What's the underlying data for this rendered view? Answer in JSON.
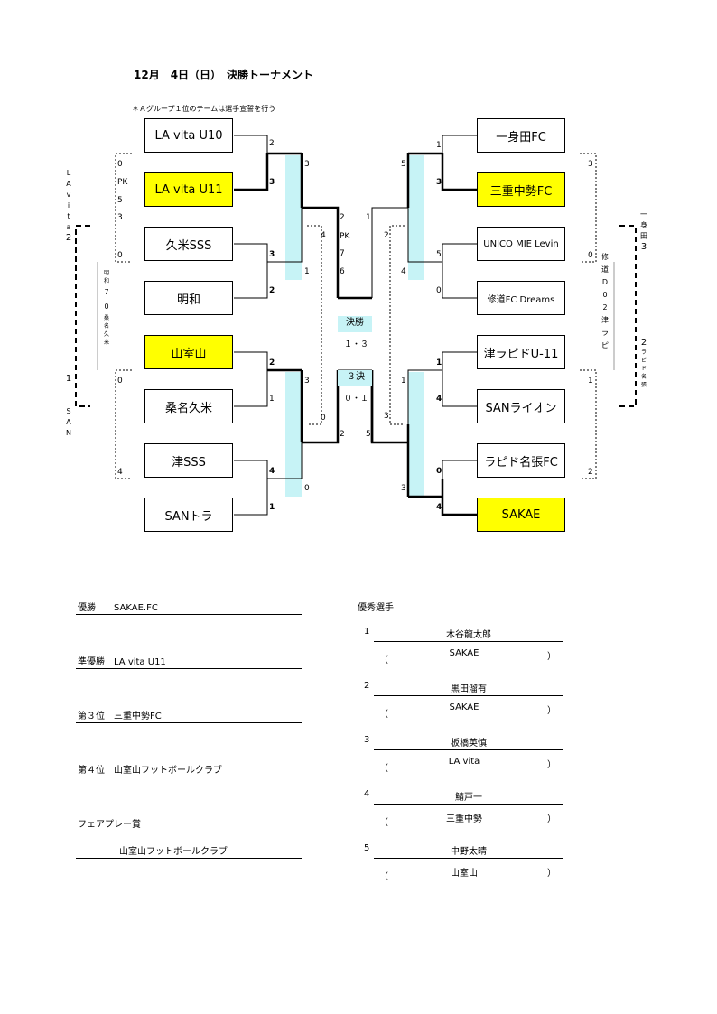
{
  "title": "12月　4日（日）　決勝トーナメント",
  "note": "＊Ａグループ１位のチームは選手宣誓を行う",
  "left_teams": [
    "LA vita U10",
    "LA vita U11",
    "久米SSS",
    "明和",
    "山室山",
    "桑名久米",
    "津SSS",
    "SANトラ"
  ],
  "right_teams": [
    "一身田FC",
    "三重中勢FC",
    "UNICO MIE Levin",
    "修道FC Dreams",
    "津ラピドU-11",
    "SANライオン",
    "ラピド名張FC",
    "SAKAE"
  ],
  "highlight": {
    "left": [
      1,
      4
    ],
    "right": [
      1,
      7
    ]
  },
  "left_r1_scores": [
    "2",
    "3",
    "3",
    "2",
    "2",
    "1",
    "4",
    "1"
  ],
  "right_r1_scores": [
    "1",
    "3",
    "5",
    "0",
    "1",
    "4",
    "0",
    "4"
  ],
  "left_sf_scores": [
    "3",
    "1",
    "3",
    "0"
  ],
  "right_sf_scores": [
    "5",
    "4",
    "1",
    "3"
  ],
  "left_final_scores": [
    "2",
    "2"
  ],
  "right_final_scores": [
    "1",
    "5"
  ],
  "left_third_scores": [
    "4",
    "0"
  ],
  "right_third_scores": [
    "2",
    "3"
  ],
  "pk_left": "PK",
  "pk_left_scores": [
    "0",
    "5",
    "3",
    "0"
  ],
  "pk_final_label": "PK",
  "pk_final_scores": [
    "7",
    "6"
  ],
  "left_outer_scores": [
    "0",
    "1",
    "0",
    "4"
  ],
  "right_outer_scores": [
    "3",
    "0",
    "1",
    "2"
  ],
  "final": {
    "label": "決勝",
    "score": "１・３"
  },
  "third": {
    "label": "３決",
    "score": "０・１"
  },
  "vert_left_1": [
    "L",
    "A",
    "v",
    "i",
    "t",
    "a",
    "2"
  ],
  "vert_left_2": [
    "1",
    "S",
    "A",
    "N"
  ],
  "vert_left_mid": [
    "明",
    "和",
    "7",
    "0",
    "桑",
    "名",
    "久",
    "米"
  ],
  "vert_right_1": [
    "一",
    "身",
    "田",
    "3"
  ],
  "vert_right_2": [
    "2",
    "ラ",
    "ピ",
    "ド",
    "名",
    "張"
  ],
  "vert_right_mid": [
    "修",
    "道",
    "D",
    "0",
    "2",
    "津",
    "ラ",
    "ピ"
  ],
  "results": [
    {
      "label": "優勝　　SAKAE.FC"
    },
    {
      "label": "準優勝　LA vita U11"
    },
    {
      "label": "第３位　三重中勢FC"
    },
    {
      "label": "第４位　山室山フットボールクラブ"
    }
  ],
  "fairplay": {
    "label": "フェアプレー賞",
    "team": "山室山フットボールクラブ"
  },
  "players_title": "優秀選手",
  "players": [
    {
      "num": "1",
      "name": "木谷龍太郎",
      "team": "SAKAE"
    },
    {
      "num": "2",
      "name": "黒田溜有",
      "team": "SAKAE"
    },
    {
      "num": "3",
      "name": "板橋英慎",
      "team": "LA vita"
    },
    {
      "num": "4",
      "name": "鯖戸一",
      "team": "三重中勢"
    },
    {
      "num": "5",
      "name": "中野太晴",
      "team": "山室山"
    }
  ],
  "paren_open": "（",
  "paren_close": "）"
}
